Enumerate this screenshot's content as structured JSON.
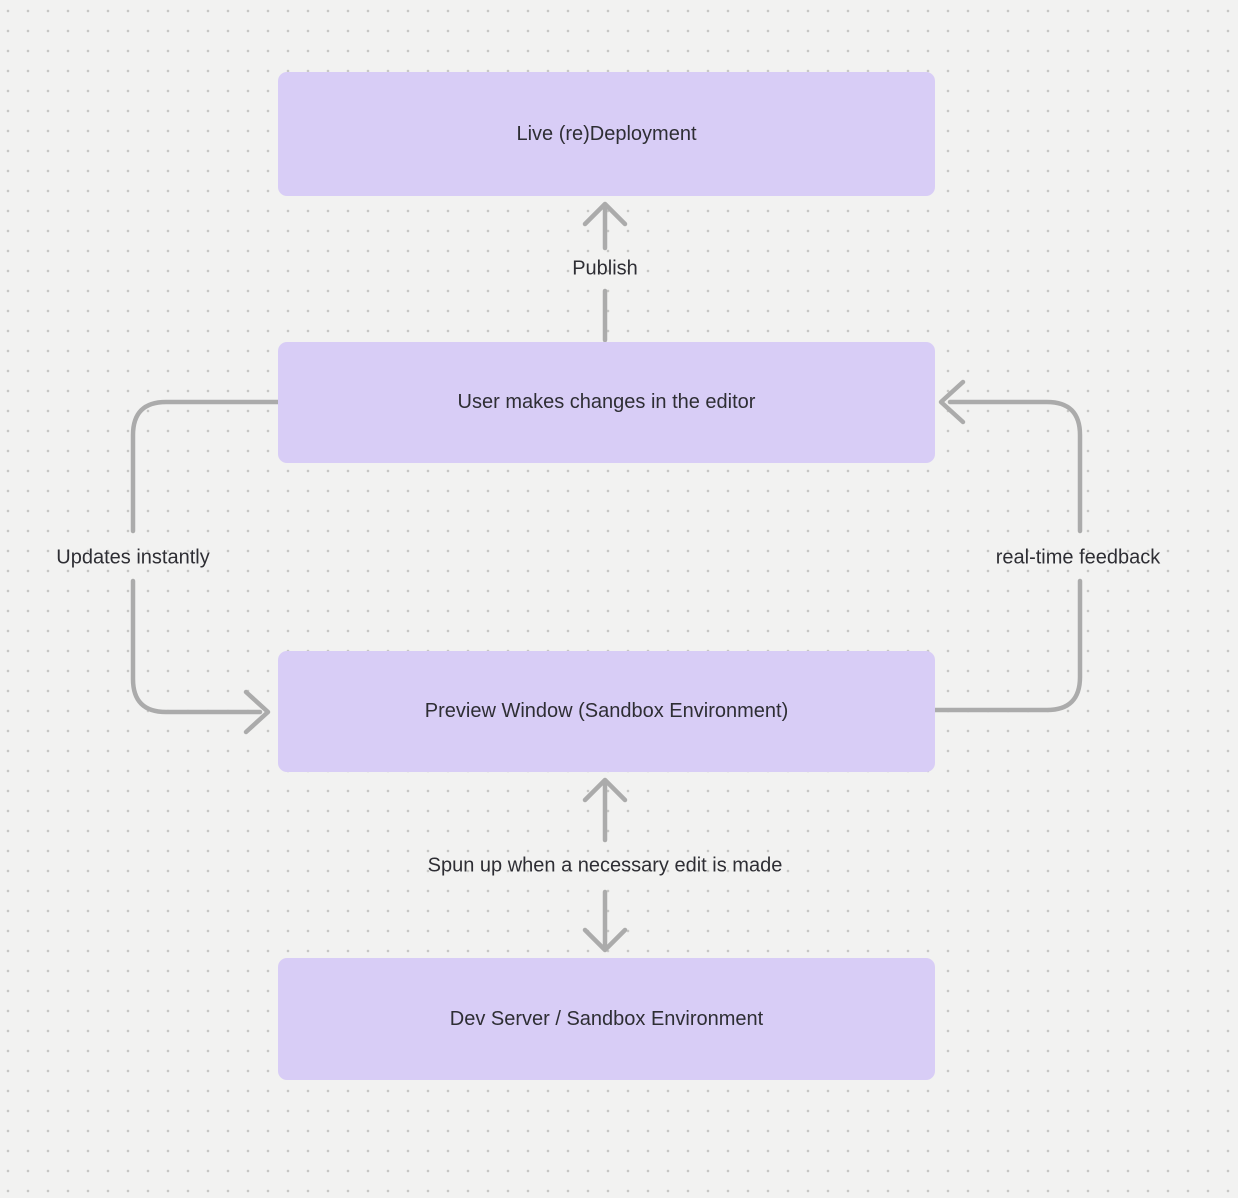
{
  "diagram": {
    "colors": {
      "background": "#f2f2f1",
      "grid_dot": "#c7c7c5",
      "node_fill": "#d8cdf6",
      "arrow": "#ababab",
      "text": "#2e2e34"
    },
    "nodes": [
      {
        "id": "live-redeployment",
        "label": "Live (re)Deployment"
      },
      {
        "id": "user-editor",
        "label": "User makes changes in the editor"
      },
      {
        "id": "preview-window",
        "label": "Preview Window (Sandbox Environment)"
      },
      {
        "id": "dev-server",
        "label": "Dev Server / Sandbox Environment"
      }
    ],
    "edges": [
      {
        "id": "publish",
        "label": "Publish",
        "from": "user-editor",
        "to": "live-redeployment",
        "style": "straight-up"
      },
      {
        "id": "updates-instantly",
        "label": "Updates instantly",
        "from": "user-editor",
        "to": "preview-window",
        "style": "left-loop"
      },
      {
        "id": "real-time-feedback",
        "label": "real-time feedback",
        "from": "preview-window",
        "to": "user-editor",
        "style": "right-loop"
      },
      {
        "id": "spun-up",
        "label": "Spun up when a necessary edit is made",
        "from": "preview-window",
        "to": "dev-server",
        "style": "bidirectional"
      }
    ]
  }
}
